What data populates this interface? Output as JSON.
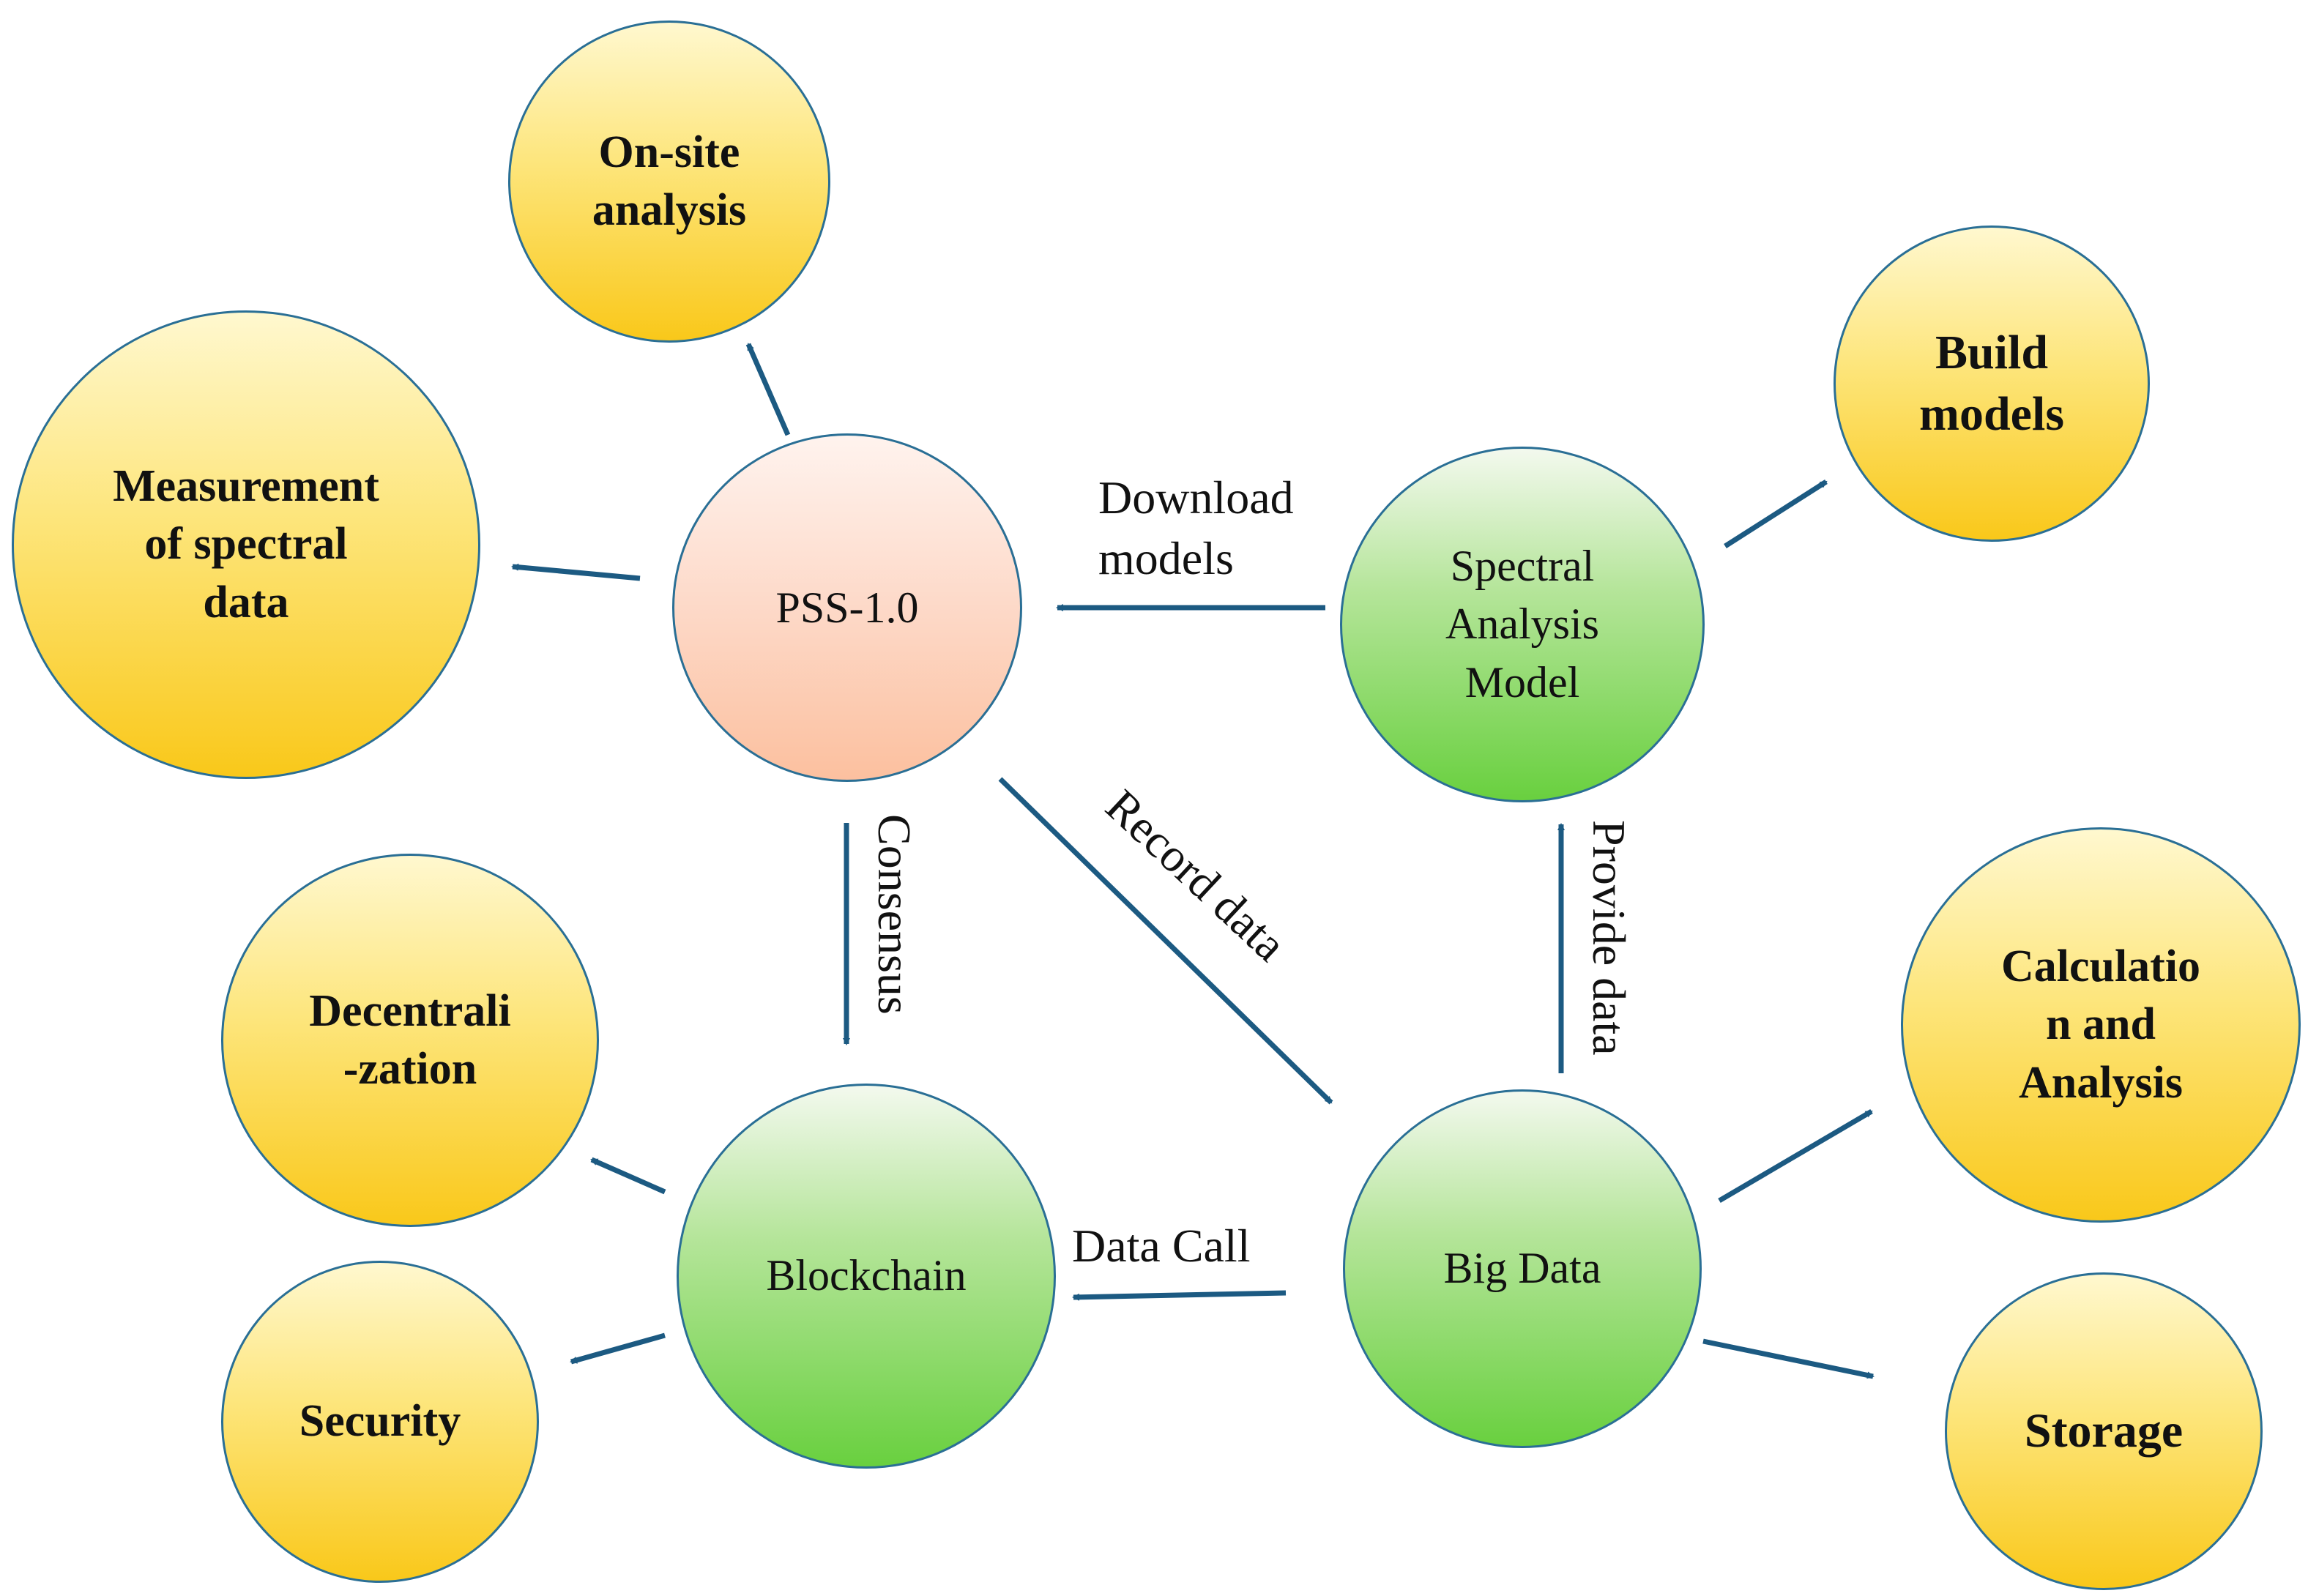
{
  "colors": {
    "arrow": "#1c5a82",
    "node_border": "#2a6f95",
    "yellow_node": "#f9c81a",
    "green_node": "#69d03f",
    "peach_node": "#fcc09f"
  },
  "nodes": {
    "pss": "PSS-1.0",
    "spectral_model": "Spectral\nAnalysis\nModel",
    "blockchain": "Blockchain",
    "big_data": "Big Data",
    "on_site": "On-site\nanalysis",
    "measurement": "Measurement\nof spectral\ndata",
    "build_models": "Build\nmodels",
    "decentralization": "Decentrali\n-zation",
    "security": "Security",
    "calculation": "Calculatio\nn and\nAnalysis",
    "storage": "Storage"
  },
  "edges": {
    "download_models": "Download\nmodels",
    "consensus": "Consensus",
    "record_data": "Record data",
    "provide_data": "Provide data",
    "data_call": "Data Call"
  }
}
